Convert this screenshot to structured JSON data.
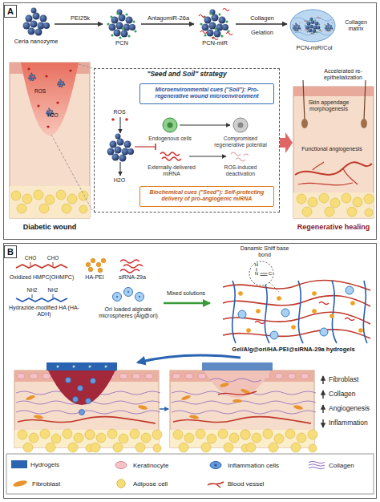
{
  "diagram": {
    "nodes": [
      {
        "text": [
          "A"
        ]
      },
      {
        "text": [
          "\"Seed and Soil\" strategy"
        ],
        "in": 0
      },
      {
        "text": [
          "Microenvironmental cues (\"Soil\"): Pro-regenerative wound microenvironment"
        ],
        "in": 1
      },
      {
        "text": [
          "Biochemical cues (\"Seed\"): Self-protecting delivery of pro-angiogenic miRNA"
        ],
        "in": 1
      },
      {
        "text": [
          "B"
        ]
      }
    ],
    "labels": [
      "Ceria nanozyme",
      "PEI25k",
      "PCN",
      "AntagomiR-26a",
      "PCN-miR",
      "Collagen",
      "Gelation",
      "PCN-miR/Col",
      "Collagen matrix",
      "ROS",
      "H2O",
      "ROS",
      "H2O",
      "Endogenous cells",
      "Compromised regenerative potential",
      "Externally-delivered miRNA",
      "ROS-induced deactivation",
      "Diabetic wound",
      "Accelerated re-epithelialization",
      "Skin appendage morphogenesis",
      "Functional angiogenesis",
      "Regenerative healing",
      "CHO",
      "CHO",
      "Oxidized HMPC(OHMPC)",
      "HA-PEI",
      "siRNA-29a",
      "NH2",
      "NH2",
      "Hydrazide-modified HA (HA-ADH)",
      "Ori loaded alginate microspheres (Alg@ori)",
      "Danamic Shiff base bond",
      "H",
      "N",
      "C",
      "Mixed solutions",
      "Gel/Alg@ori/HA-PEI@siRNA-29a hydrogels",
      "Fibroblast",
      "Collagen",
      "Angiogenesis",
      "Inflammation"
    ],
    "legend": [
      {
        "text": "Hydrogels",
        "color": "#2a64b0"
      },
      {
        "text": "Keratinocyte"
      },
      {
        "text": "Inflammation cells"
      },
      {
        "text": "Collagen"
      },
      {
        "text": "Fibroblast"
      },
      {
        "text": "Adipose cell"
      },
      {
        "text": "Blood vessel"
      }
    ]
  }
}
